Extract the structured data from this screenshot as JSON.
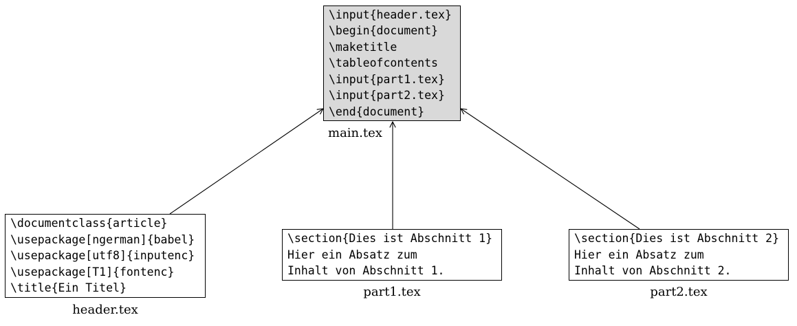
{
  "diagram": {
    "title_hint": "LaTeX file inclusion diagram",
    "background_color": "#ffffff",
    "line_color": "#000000",
    "nodes": {
      "main": {
        "label": "main.tex",
        "fill": "#d9d9d9",
        "lines": [
          "\\input{header.tex}",
          "\\begin{document}",
          "\\maketitle",
          "\\tableofcontents",
          "\\input{part1.tex}",
          "\\input{part2.tex}",
          "\\end{document}"
        ]
      },
      "header": {
        "label": "header.tex",
        "fill": "#ffffff",
        "lines": [
          "\\documentclass{article}",
          "\\usepackage[ngerman]{babel}",
          "\\usepackage[utf8]{inputenc}",
          "\\usepackage[T1]{fontenc}",
          "\\title{Ein Titel}"
        ]
      },
      "part1": {
        "label": "part1.tex",
        "fill": "#ffffff",
        "lines": [
          "\\section{Dies ist Abschnitt 1}",
          "Hier ein Absatz zum",
          "Inhalt von Abschnitt 1."
        ]
      },
      "part2": {
        "label": "part2.tex",
        "fill": "#ffffff",
        "lines": [
          "\\section{Dies ist Abschnitt 2}",
          "Hier ein Absatz zum",
          "Inhalt von Abschnitt 2."
        ]
      }
    },
    "edges": [
      {
        "from": "header.tex",
        "to": "main.tex"
      },
      {
        "from": "part1.tex",
        "to": "main.tex"
      },
      {
        "from": "part2.tex",
        "to": "main.tex"
      }
    ]
  }
}
